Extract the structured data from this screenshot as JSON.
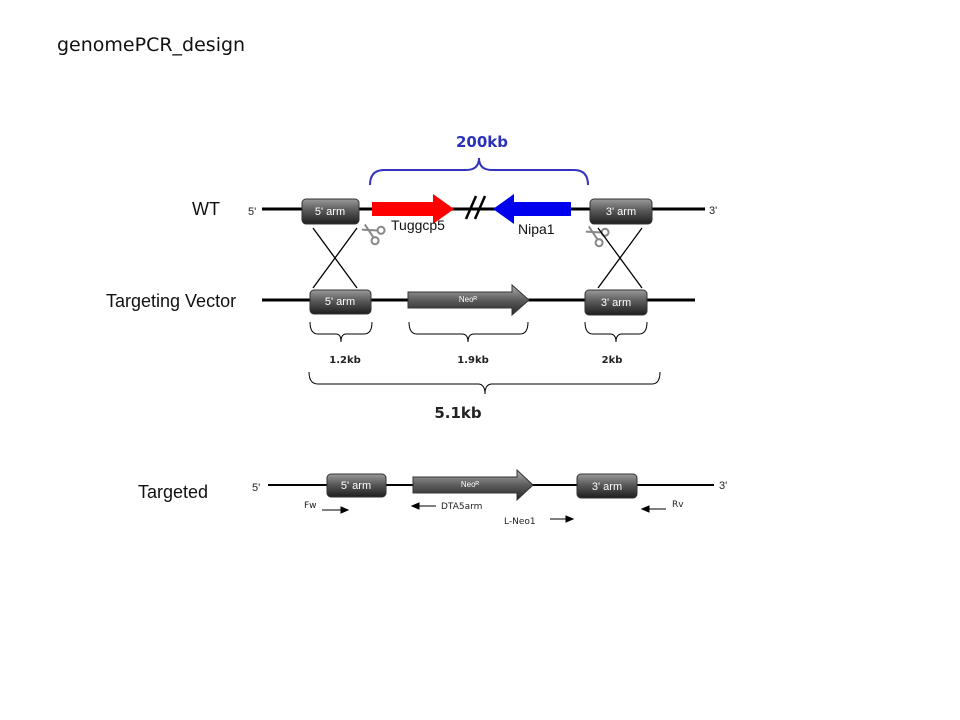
{
  "title": "genomePCR_design",
  "wt": {
    "row_label": "WT",
    "end5": "5'",
    "end3": "3'",
    "arm5": "5' arm",
    "arm3": "3' arm",
    "gene1": "Tuggcp5",
    "gene2": "Nipa1",
    "span_label": "200kb",
    "colors": {
      "gene1": "#ff0000",
      "gene2": "#0000ee",
      "bracket": "#3333bb"
    }
  },
  "vector": {
    "row_label": "Targeting Vector",
    "arm5": "5' arm",
    "neo": "Neoᴿ",
    "arm3": "3' arm",
    "size_arm5": "1.2kb",
    "size_neo": "1.9kb",
    "size_arm3": "2kb",
    "total": "5.1kb"
  },
  "targeted": {
    "row_label": "Targeted",
    "end5": "5'",
    "end3": "3'",
    "arm5": "5' arm",
    "neo": "Neoᴿ",
    "arm3": "3' arm",
    "primers": {
      "fw": "Fw",
      "dta": "DTA5arm",
      "lneo": "L-Neo1",
      "rv": "Rv"
    }
  },
  "icons": {
    "scissors": "scissors-icon"
  }
}
